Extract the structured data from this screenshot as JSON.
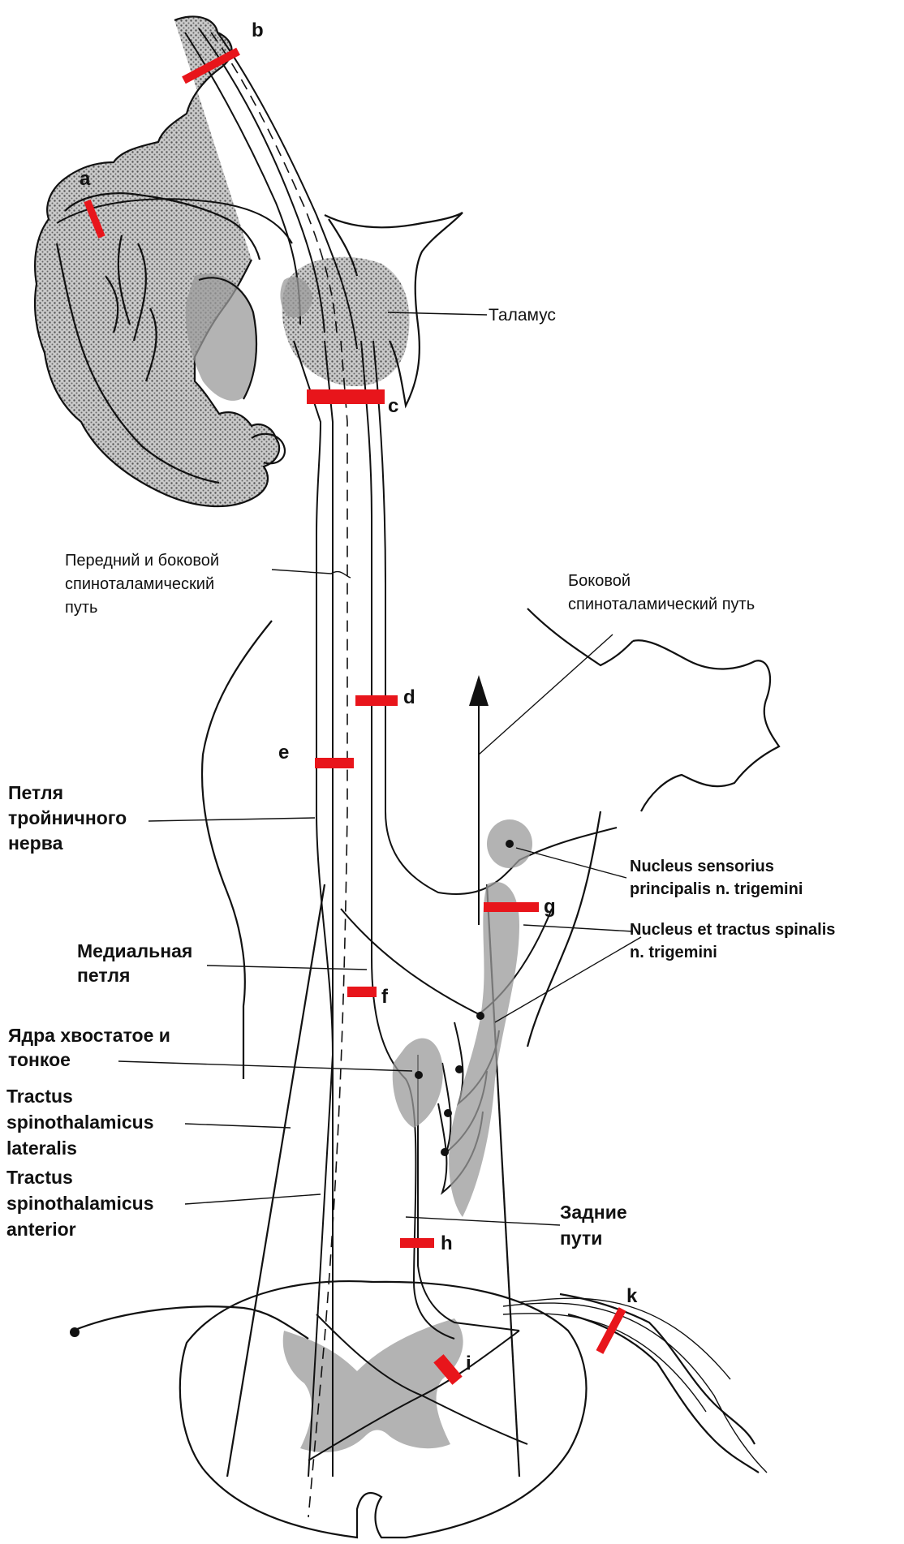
{
  "labels": {
    "thalamus": "Таламус",
    "spinothalamic_front_side": [
      "Передний и боковой",
      "спиноталамический",
      "путь"
    ],
    "lateral_spinothalamic_path": [
      "Боковой",
      "спиноталамический путь"
    ],
    "trigeminal_loop": [
      "Петля",
      "тройничного",
      "нерва"
    ],
    "medial_lemniscus": [
      "Медиальная",
      "петля"
    ],
    "gracile_cuneate_nuclei": [
      "Ядра хвостатое и",
      "тонкое"
    ],
    "tractus_spinothalamicus_lateralis": [
      "Tractus",
      "spinothalamicus",
      "lateralis"
    ],
    "tractus_spinothalamicus_anterior": [
      "Tractus",
      "spinothalamicus",
      "anterior"
    ],
    "nucleus_sensorius": [
      "Nucleus sensorius",
      "principalis n. trigemini"
    ],
    "nucleus_tractus_spinalis": [
      "Nucleus et tractus spinalis",
      "n. trigemini"
    ],
    "posterior_columns": [
      "Задние",
      "пути"
    ]
  },
  "lesion_markers": [
    "a",
    "b",
    "c",
    "d",
    "e",
    "f",
    "g",
    "h",
    "i",
    "k"
  ],
  "colors": {
    "lesion": "#e8151b",
    "ink": "#111111",
    "stipple": "#9a9a9a"
  }
}
